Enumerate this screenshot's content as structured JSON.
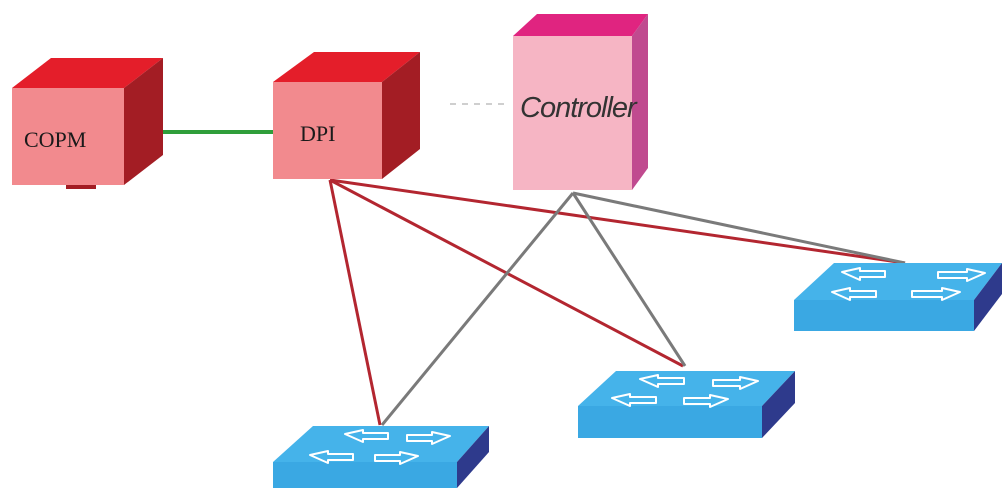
{
  "nodes": {
    "copm": {
      "label": "COPM"
    },
    "dpi": {
      "label": "DPI"
    },
    "controller": {
      "label": "Controller"
    }
  },
  "switches": [
    {
      "name": "switch-bottom-left",
      "icon": "network-switch-icon"
    },
    {
      "name": "switch-bottom-middle",
      "icon": "network-switch-icon"
    },
    {
      "name": "switch-right",
      "icon": "network-switch-icon"
    }
  ],
  "colors": {
    "copm_dpi_link": "#2f9e3a",
    "dpi_links": "#b32630",
    "controller_links": "#7a7a7a",
    "red_box_front": "#f28a8e",
    "red_box_top": "#e41e2a",
    "red_box_side": "#a31d24",
    "controller_front": "#f6b5c4",
    "controller_top": "#e02480",
    "controller_side": "#c04a8f",
    "switch_top": "#45b3ea",
    "switch_front": "#3aa8e3",
    "switch_side": "#2e3a8c"
  }
}
